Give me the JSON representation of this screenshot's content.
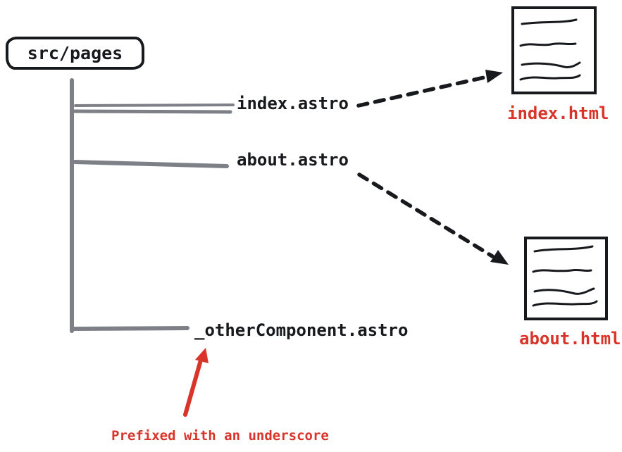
{
  "colors": {
    "ink": "#17191c",
    "gray": "#7d8187",
    "red": "#d93429",
    "bg": "#ffffff"
  },
  "diagram": {
    "root_folder": {
      "label": "src/pages"
    },
    "source_files": [
      {
        "name": "index.astro"
      },
      {
        "name": "about.astro"
      },
      {
        "name": "_otherComponent.astro"
      }
    ],
    "output_files": [
      {
        "name": "index.html"
      },
      {
        "name": "about.html"
      }
    ],
    "annotation": {
      "label": "Prefixed with an underscore"
    },
    "icons": {
      "page_icon": "hand-drawn-document-page-icon",
      "dashed_arrow": "dashed-build-arrow-icon",
      "annotation_arrow": "red-annotation-arrow-icon"
    }
  }
}
